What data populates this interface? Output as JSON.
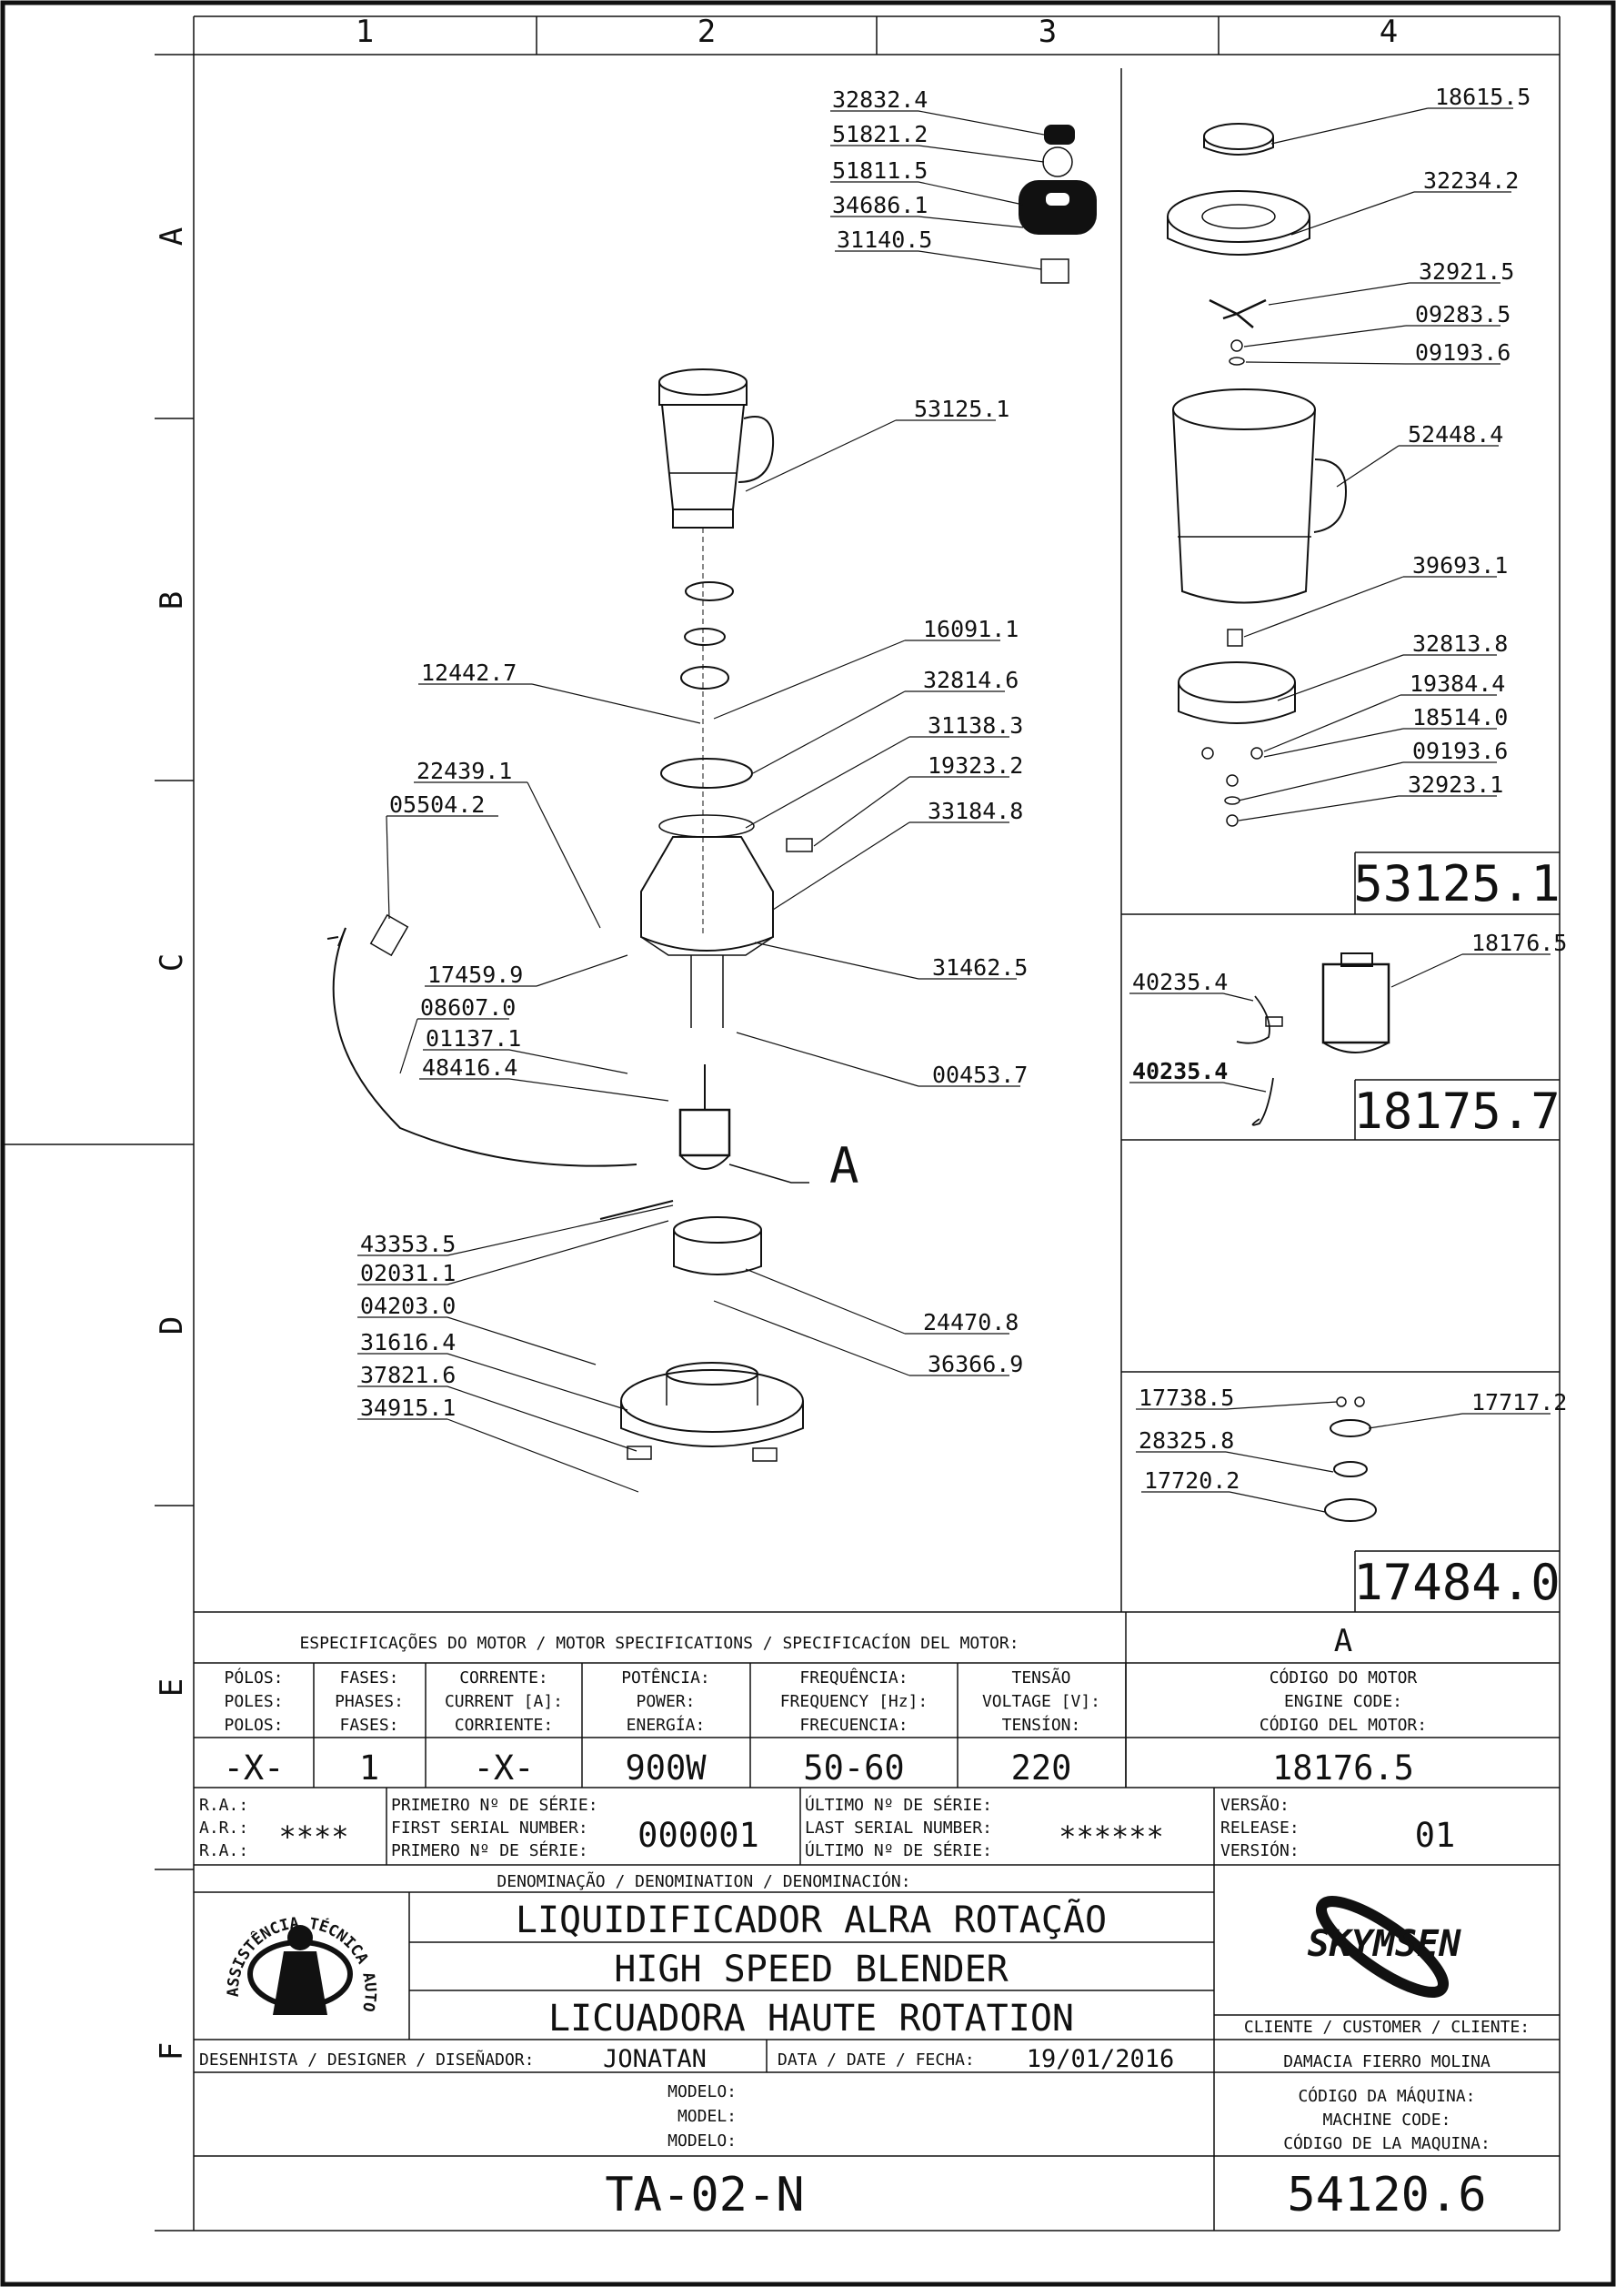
{
  "columns": [
    "1",
    "2",
    "3",
    "4"
  ],
  "rows": [
    "A",
    "B",
    "C",
    "D",
    "E",
    "F"
  ],
  "assembly_callout": "A",
  "main_parts_top": [
    {
      "n": "32832.4"
    },
    {
      "n": "51821.2"
    },
    {
      "n": "51811.5"
    },
    {
      "n": "34686.1"
    },
    {
      "n": "31140.5"
    }
  ],
  "main_parts_right": [
    {
      "n": "53125.1"
    },
    {
      "n": "16091.1"
    },
    {
      "n": "32814.6"
    },
    {
      "n": "31138.3"
    },
    {
      "n": "19323.2"
    },
    {
      "n": "33184.8"
    },
    {
      "n": "31462.5"
    },
    {
      "n": "00453.7"
    },
    {
      "n": "24470.8"
    },
    {
      "n": "36366.9"
    }
  ],
  "main_parts_left": [
    {
      "n": "12442.7"
    },
    {
      "n": "22439.1"
    },
    {
      "n": "05504.2"
    },
    {
      "n": "17459.9"
    },
    {
      "n": "08607.0"
    },
    {
      "n": "01137.1"
    },
    {
      "n": "48416.4"
    },
    {
      "n": "43353.5"
    },
    {
      "n": "02031.1"
    },
    {
      "n": "04203.0"
    },
    {
      "n": "31616.4"
    },
    {
      "n": "37821.6"
    },
    {
      "n": "34915.1"
    }
  ],
  "box1": {
    "parts": [
      {
        "n": "18615.5"
      },
      {
        "n": "32234.2"
      },
      {
        "n": "32921.5"
      },
      {
        "n": "09283.5"
      },
      {
        "n": "09193.6"
      },
      {
        "n": "52448.4"
      },
      {
        "n": "39693.1"
      },
      {
        "n": "32813.8"
      },
      {
        "n": "19384.4"
      },
      {
        "n": "18514.0"
      },
      {
        "n": "09193.6"
      },
      {
        "n": "32923.1"
      }
    ],
    "code": "53125.1"
  },
  "box2": {
    "parts": [
      {
        "n": "40235.4"
      },
      {
        "n": "18176.5"
      },
      {
        "n": "40235.4"
      }
    ],
    "code": "18175.7"
  },
  "box3": {
    "parts": [
      {
        "n": "17738.5"
      },
      {
        "n": "17717.2"
      },
      {
        "n": "28325.8"
      },
      {
        "n": "17720.2"
      }
    ],
    "code": "17484.0"
  },
  "motor_specs": {
    "title": "ESPECIFICAÇÕES DO MOTOR / MOTOR SPECIFICATIONS / SPECIFICACÍON DEL MOTOR:",
    "motor_letter": "A",
    "headers": [
      [
        "PÓLOS:",
        "POLES:",
        "POLOS:"
      ],
      [
        "FASES:",
        "PHASES:",
        "FASES:"
      ],
      [
        "CORRENTE:",
        "CURRENT [A]:",
        "CORRIENTE:"
      ],
      [
        "POTÊNCIA:",
        "POWER:",
        "ENERGÍA:"
      ],
      [
        "FREQUÊNCIA:",
        "FREQUENCY [Hz]:",
        "FRECUENCIA:"
      ],
      [
        "TENSÃO",
        "VOLTAGE [V]:",
        "TENSÍON:"
      ],
      [
        "CÓDIGO DO MOTOR",
        "ENGINE CODE:",
        "CÓDIGO DEL MOTOR:"
      ]
    ],
    "values": [
      "-X-",
      "1",
      "-X-",
      "900W",
      "50-60",
      "220",
      "18176.5"
    ]
  },
  "serial": {
    "ra_labels": [
      "R.A.:",
      "A.R.:",
      "R.A.:"
    ],
    "ra_value": "****",
    "first_labels": [
      "PRIMEIRO Nº DE SÉRIE:",
      "FIRST SERIAL NUMBER:",
      "PRIMERO Nº DE SÉRIE:"
    ],
    "first_value": "000001",
    "last_labels": [
      "ÚLTIMO Nº DE SÉRIE:",
      "LAST SERIAL NUMBER:",
      "ÚLTIMO Nº DE SÉRIE:"
    ],
    "last_value": "******",
    "version_labels": [
      "VERSÃO:",
      "RELEASE:",
      "VERSIÓN:"
    ],
    "version_value": "01"
  },
  "denomination": {
    "label": "DENOMINAÇÃO / DENOMINATION / DENOMINACIÓN:",
    "lines": [
      "LIQUIDIFICADOR ALRA ROTAÇÃO",
      "HIGH SPEED BLENDER",
      "LICUADORA HAUTE ROTATION"
    ]
  },
  "seal_text": "ASSISTÊNCIA TÉCNICA AUTORIZADA",
  "brand": "SKYMSEN",
  "customer_label": "CLIENTE / CUSTOMER / CLIENTE:",
  "customer_value": "DAMACIA FIERRO MOLINA",
  "designer_label": "DESENHISTA / DESIGNER / DISEÑADOR:",
  "designer_value": "JONATAN",
  "date_label": "DATA / DATE / FECHA:",
  "date_value": "19/01/2016",
  "model_labels": [
    "MODELO:",
    "MODEL:",
    "MODELO:"
  ],
  "model_value": "TA-02-N",
  "machine_labels": [
    "CÓDIGO DA MÁQUINA:",
    "MACHINE CODE:",
    "CÓDIGO DE LA MAQUINA:"
  ],
  "machine_value": "54120.6"
}
